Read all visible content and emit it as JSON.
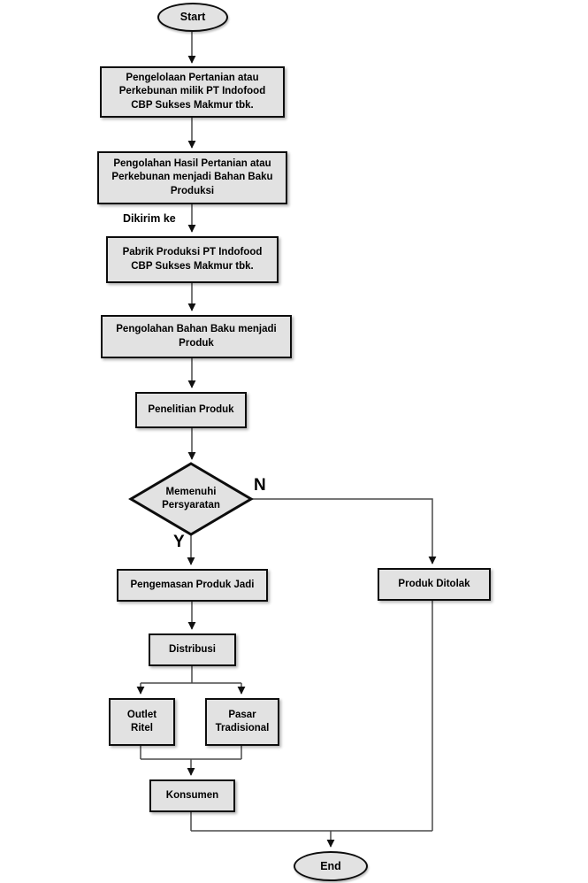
{
  "flowchart": {
    "colors": {
      "background": "#ffffff",
      "node_fill": "#e2e2e2",
      "node_border": "#0d0d0d",
      "edge": "#4a4a4a",
      "text": "#000000"
    },
    "nodes": {
      "start": {
        "label": "Start",
        "type": "terminator"
      },
      "pengelolaan": {
        "label": "Pengelolaan Pertanian atau\nPerkebunan milik PT Indofood\nCBP Sukses Makmur tbk.",
        "type": "process"
      },
      "pengolahan_hasil": {
        "label": "Pengolahan Hasil Pertanian atau\nPerkebunan menjadi Bahan Baku\nProduksi",
        "type": "process"
      },
      "pabrik": {
        "label": "Pabrik Produksi PT Indofood\nCBP Sukses Makmur tbk.",
        "type": "process"
      },
      "pengolahan_bahan": {
        "label": "Pengolahan Bahan Baku menjadi\nProduk",
        "type": "process"
      },
      "penelitian": {
        "label": "Penelitian Produk",
        "type": "process"
      },
      "memenuhi": {
        "label": "Memenuhi\nPersyaratan",
        "type": "decision"
      },
      "pengemasan": {
        "label": "Pengemasan Produk Jadi",
        "type": "process"
      },
      "produk_ditolak": {
        "label": "Produk Ditolak",
        "type": "process"
      },
      "distribusi": {
        "label": "Distribusi",
        "type": "process"
      },
      "outlet_ritel": {
        "label": "Outlet\nRitel",
        "type": "process"
      },
      "pasar_tradisional": {
        "label": "Pasar\nTradisional",
        "type": "process"
      },
      "konsumen": {
        "label": "Konsumen",
        "type": "process"
      },
      "end": {
        "label": "End",
        "type": "terminator"
      }
    },
    "edge_labels": {
      "dikirim_ke": "Dikirim ke",
      "decision_no": "N",
      "decision_yes": "Y"
    }
  }
}
